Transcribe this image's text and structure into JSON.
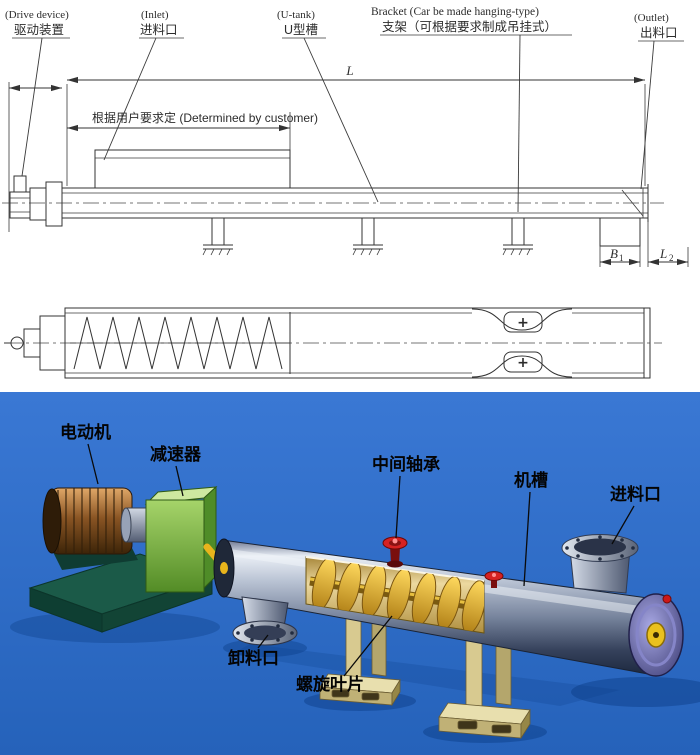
{
  "top_drawing": {
    "labels": {
      "drive_device_en": "(Drive device)",
      "drive_device_zh": "驱动装置",
      "inlet_en": "(Inlet)",
      "inlet_zh": "进料口",
      "u_tank_en": "(U-tank)",
      "u_tank_zh": "U型槽",
      "bracket_en": "Bracket (Car be made hanging-type)",
      "bracket_zh": "支架（可根据要求制成吊挂式）",
      "outlet_en": "(Outlet)",
      "outlet_zh": "出料口"
    },
    "dimensions": {
      "overall_length": "L",
      "customer_note": "根据用户要求定  (Determined by customer)",
      "b1_main": "B",
      "b1_sub": "1",
      "l2_main": "L",
      "l2_sub": "2"
    },
    "markers": {
      "plus": "+"
    }
  },
  "bottom_illustration": {
    "labels": {
      "motor": "电动机",
      "reducer": "减速器",
      "intermediate_bearing": "中间轴承",
      "trough": "机槽",
      "inlet": "进料口",
      "discharge_outlet": "卸料口",
      "spiral_blade": "螺旋叶片"
    },
    "colors": {
      "background": "#2f6fc8",
      "screw": "#e8b41c",
      "reducer_green": "#7db53e",
      "motor_copper": "#8a5524",
      "bearing_red": "#d62222"
    }
  }
}
